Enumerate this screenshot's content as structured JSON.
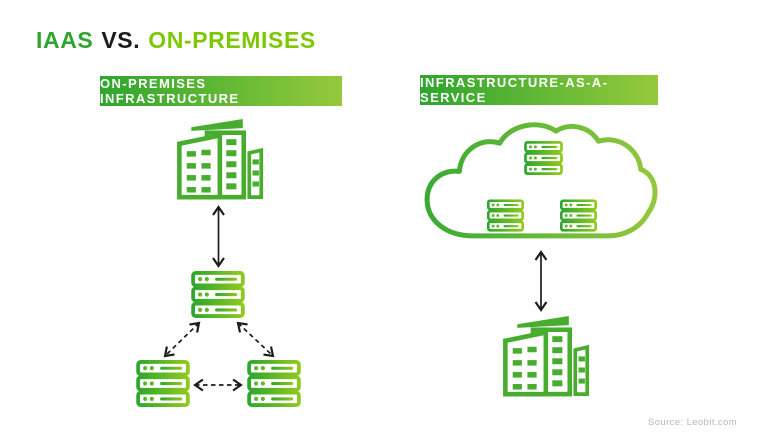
{
  "title": {
    "segments": [
      {
        "text": "IAAS",
        "color": "#2fa52f"
      },
      {
        "text": "VS.",
        "color": "#1c1c1c"
      },
      {
        "text": "ON-PREMISES",
        "color": "#7dc803"
      }
    ]
  },
  "panels": {
    "left": {
      "header": "ON-PREMISES INFRASTRUCTURE",
      "icons": [
        "office-building-icon",
        "server-rack-icon",
        "server-rack-icon",
        "server-rack-icon"
      ],
      "connections": [
        {
          "from": "office-building",
          "to": "central-server-rack",
          "style": "solid",
          "bidirectional": true
        },
        {
          "from": "central-server-rack",
          "to": "bottom-left-server-rack",
          "style": "dashed",
          "bidirectional": true
        },
        {
          "from": "central-server-rack",
          "to": "bottom-right-server-rack",
          "style": "dashed",
          "bidirectional": true
        },
        {
          "from": "bottom-left-server-rack",
          "to": "bottom-right-server-rack",
          "style": "dashed",
          "bidirectional": true
        }
      ]
    },
    "right": {
      "header": "INFRASTRUCTURE-AS-A-SERVICE",
      "icons": [
        "cloud-icon",
        "server-rack-icon",
        "server-rack-icon",
        "server-rack-icon",
        "office-building-icon"
      ],
      "connections": [
        {
          "from": "cloud-top-server-rack",
          "to": "cloud-left-server-rack",
          "style": "dashed",
          "bidirectional": true
        },
        {
          "from": "cloud-top-server-rack",
          "to": "cloud-right-server-rack",
          "style": "dashed",
          "bidirectional": true
        },
        {
          "from": "cloud-left-server-rack",
          "to": "cloud-right-server-rack",
          "style": "dashed",
          "bidirectional": true
        },
        {
          "from": "cloud",
          "to": "office-building",
          "style": "solid",
          "bidirectional": true
        }
      ]
    }
  },
  "footer": {
    "source_note": "Source: Leobit.com"
  },
  "colors": {
    "background": "#ffffff",
    "title_green": "#2fa52f",
    "title_dark": "#1c1c1c",
    "title_lime": "#7dc803",
    "banner_gradient_start": "#2ea52e",
    "banner_gradient_end": "#95c93c",
    "banner_text": "#ffffff",
    "icon_gradient_start": "#2ea62e",
    "icon_gradient_end": "#90c91e",
    "cloud_gradient_start": "#3aaa35",
    "cloud_gradient_end": "#93c83d",
    "building_green": "#48ad2f",
    "arrow_black": "#1c1c1c",
    "source_text": "#b8b8b8"
  }
}
